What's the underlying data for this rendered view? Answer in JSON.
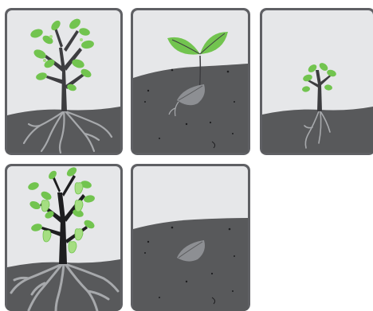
{
  "colors": {
    "sky": "#e6e7e9",
    "frame": "#5f6064",
    "soil": "#58595b",
    "trunk": "#3d3d40",
    "root": "#a7a9ac",
    "leaf": "#72c44f",
    "leaf_light": "#a5de82",
    "seed": "#8d8f93",
    "speck": "#1d1d1f"
  },
  "panels": [
    {
      "stage": "young-tree-with-leaves"
    },
    {
      "stage": "sprouting-seed"
    },
    {
      "stage": "sapling"
    },
    {
      "stage": "fruiting-tree"
    },
    {
      "stage": "seed-in-soil"
    }
  ]
}
